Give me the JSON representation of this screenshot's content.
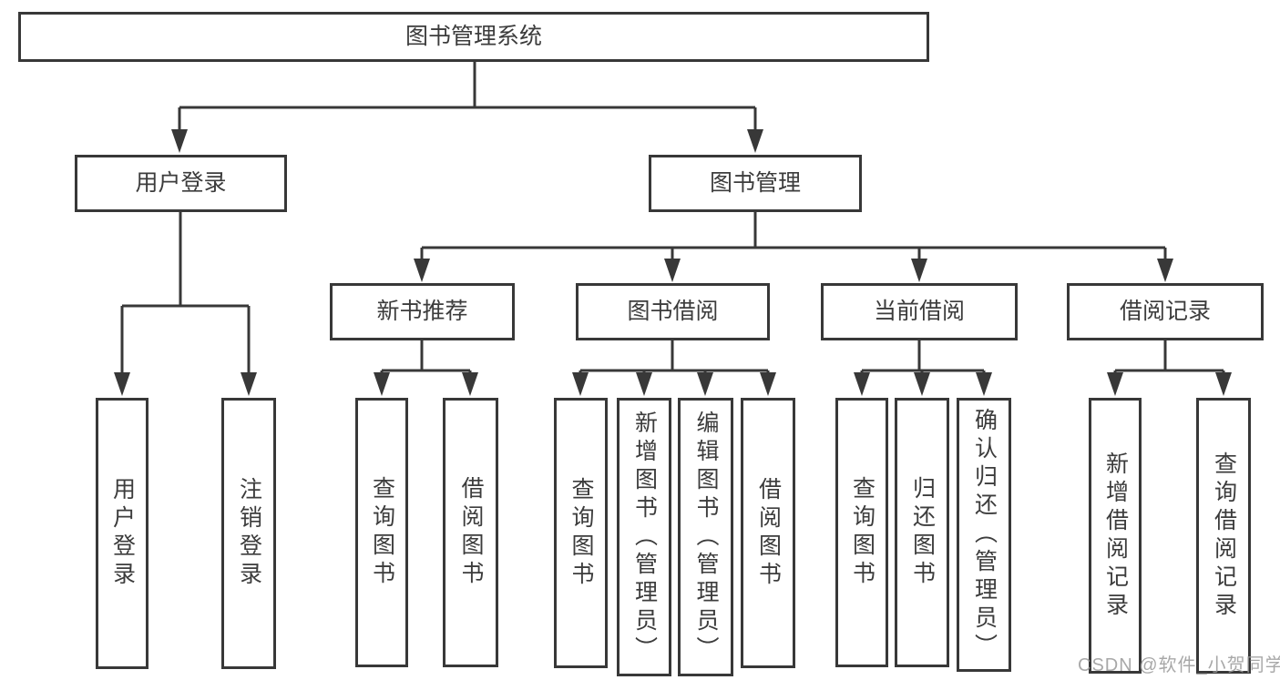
{
  "diagram_title": "图书管理系统",
  "tree": {
    "label": "图书管理系统",
    "children": [
      {
        "label": "用户登录",
        "children": [
          {
            "label": "用户登录"
          },
          {
            "label": "注销登录"
          }
        ]
      },
      {
        "label": "图书管理",
        "children": [
          {
            "label": "新书推荐",
            "children": [
              {
                "label": "查询图书"
              },
              {
                "label": "借阅图书"
              }
            ]
          },
          {
            "label": "图书借阅",
            "children": [
              {
                "label": "查询图书"
              },
              {
                "label": "新增图书（管理员）"
              },
              {
                "label": "编辑图书（管理员）"
              },
              {
                "label": "借阅图书"
              }
            ]
          },
          {
            "label": "当前借阅",
            "children": [
              {
                "label": "查询图书"
              },
              {
                "label": "归还图书"
              },
              {
                "label": "确认归还（管理员）"
              }
            ]
          },
          {
            "label": "借阅记录",
            "children": [
              {
                "label": "新增借阅记录"
              },
              {
                "label": "查询借阅记录"
              }
            ]
          }
        ]
      }
    ]
  },
  "watermark": "CSDN @软件_小贺同学",
  "colors": {
    "line": "#383838",
    "border": "#383838",
    "text": "#3c3c3c",
    "background": "#ffffff",
    "watermark": "#9a9a9a"
  }
}
